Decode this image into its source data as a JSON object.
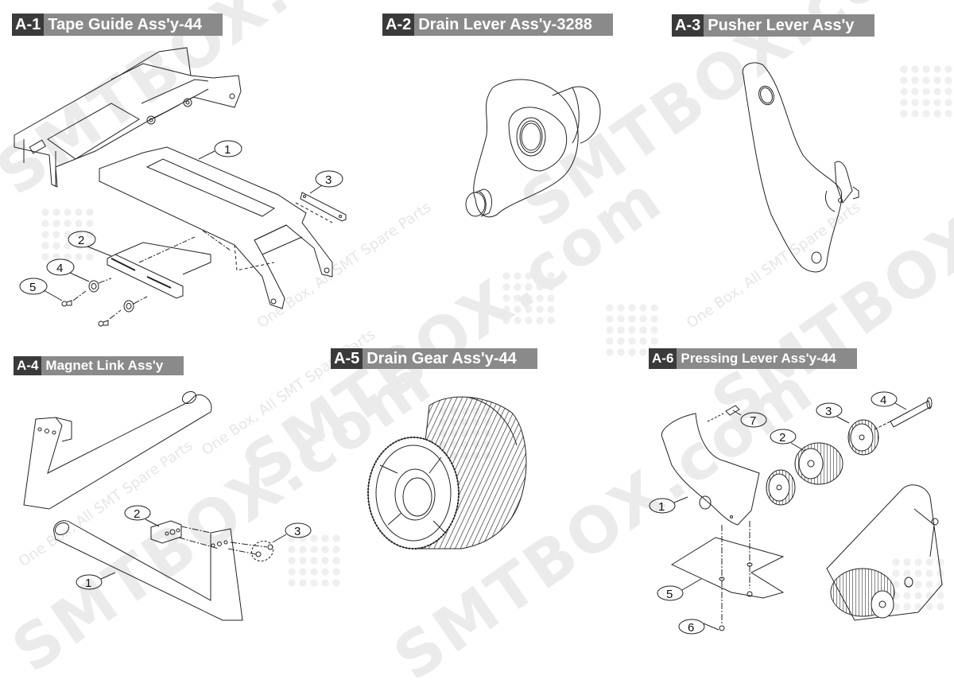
{
  "panels": [
    {
      "code": "A-1",
      "title": "Tape Guide Ass'y-44",
      "callouts": [
        "1",
        "2",
        "3",
        "4",
        "5"
      ]
    },
    {
      "code": "A-2",
      "title": "Drain Lever Ass'y-3288",
      "callouts": []
    },
    {
      "code": "A-3",
      "title": "Pusher Lever Ass'y",
      "callouts": []
    },
    {
      "code": "A-4",
      "title": "Magnet Link Ass'y",
      "callouts": [
        "1",
        "2",
        "3"
      ]
    },
    {
      "code": "A-5",
      "title": "Drain Gear Ass'y-44",
      "callouts": []
    },
    {
      "code": "A-6",
      "title": "Pressing Lever Ass'y-44",
      "callouts": [
        "1",
        "2",
        "3",
        "4",
        "5",
        "6",
        "7"
      ]
    }
  ],
  "watermark": {
    "brand": "SMTBOX.com",
    "tagline": "One Box, All SMT Spare Parts"
  },
  "colors": {
    "title_code_bg": "#3a3a3a",
    "title_text_bg": "#8a8a8a",
    "title_fg": "#ffffff",
    "line_art": "#222222",
    "watermark": "#ebebeb"
  }
}
